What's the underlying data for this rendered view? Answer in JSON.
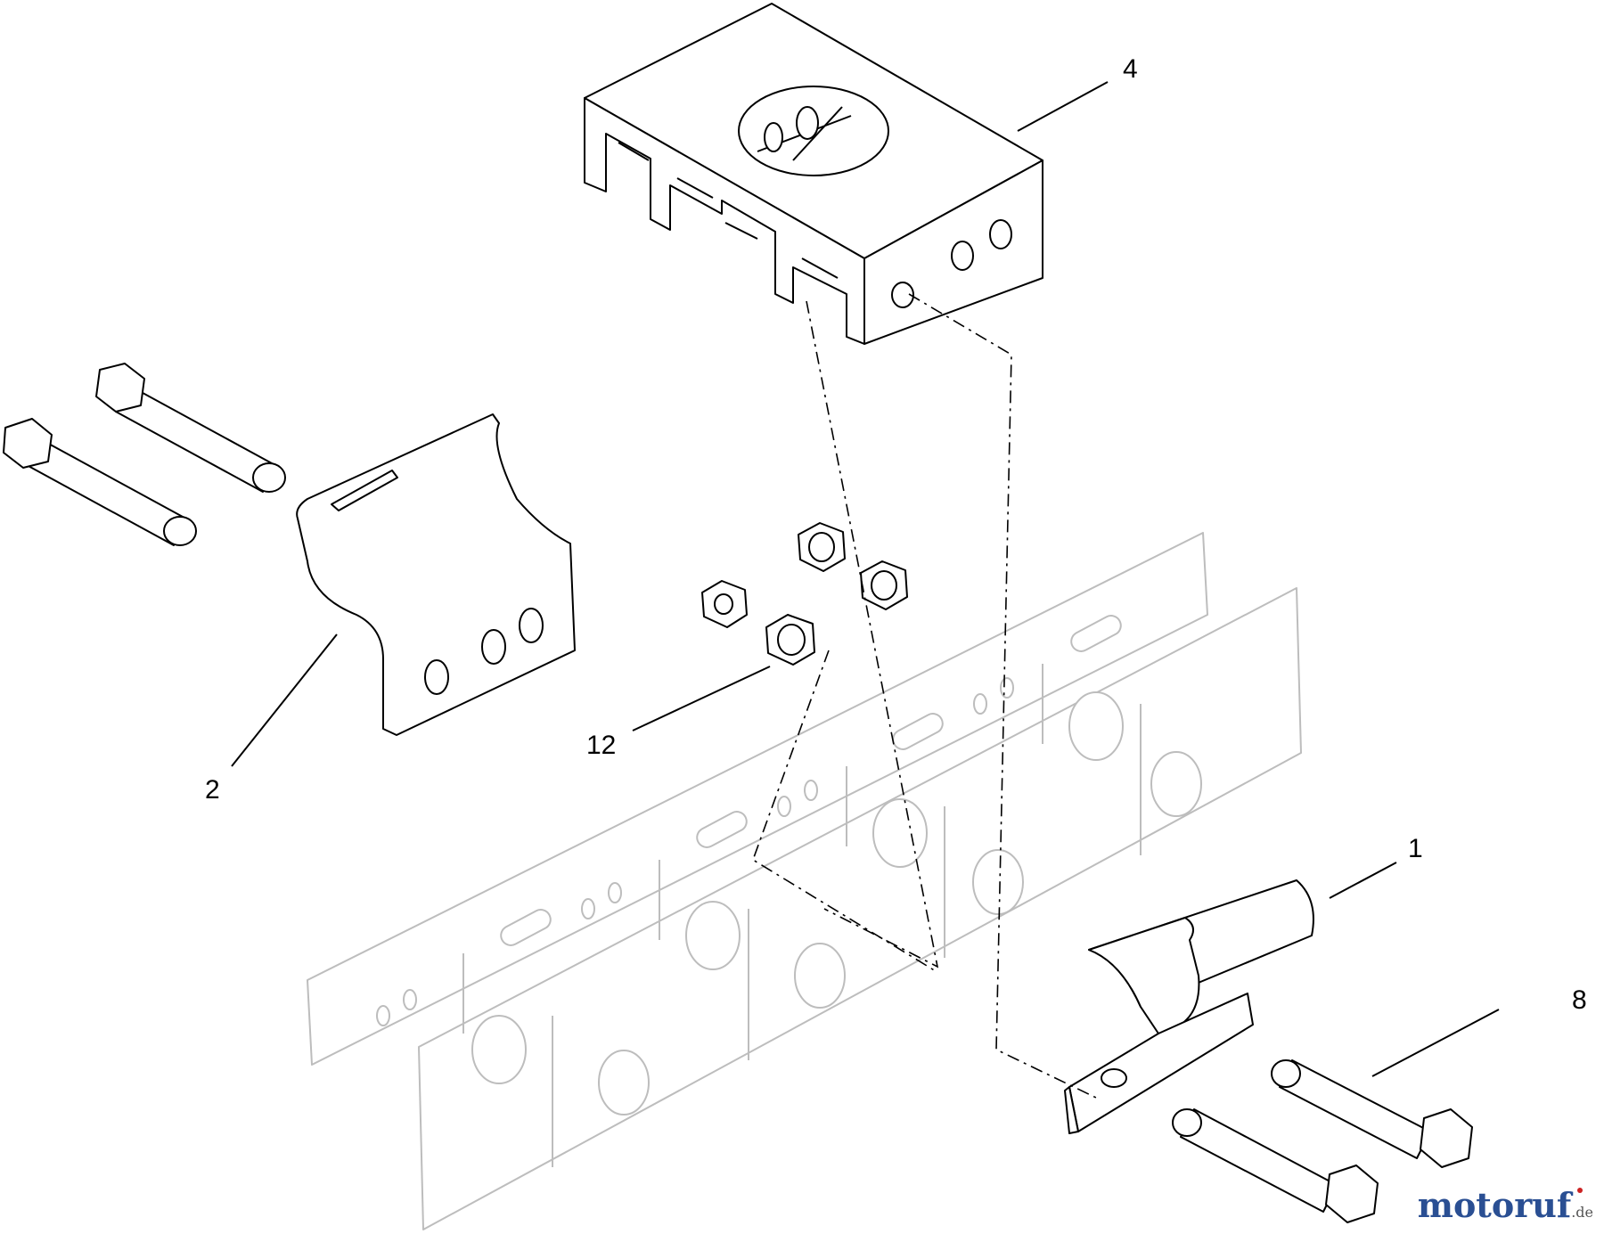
{
  "callouts": [
    {
      "id": "c4",
      "label": "4"
    },
    {
      "id": "c2",
      "label": "2"
    },
    {
      "id": "c12",
      "label": "12"
    },
    {
      "id": "c1",
      "label": "1"
    },
    {
      "id": "c8",
      "label": "8"
    }
  ],
  "watermark": {
    "text": "motoruf",
    "suffix": ".de"
  },
  "colors": {
    "line": "#000000",
    "chain": "#bdbdbd",
    "fill": "#ffffff"
  }
}
